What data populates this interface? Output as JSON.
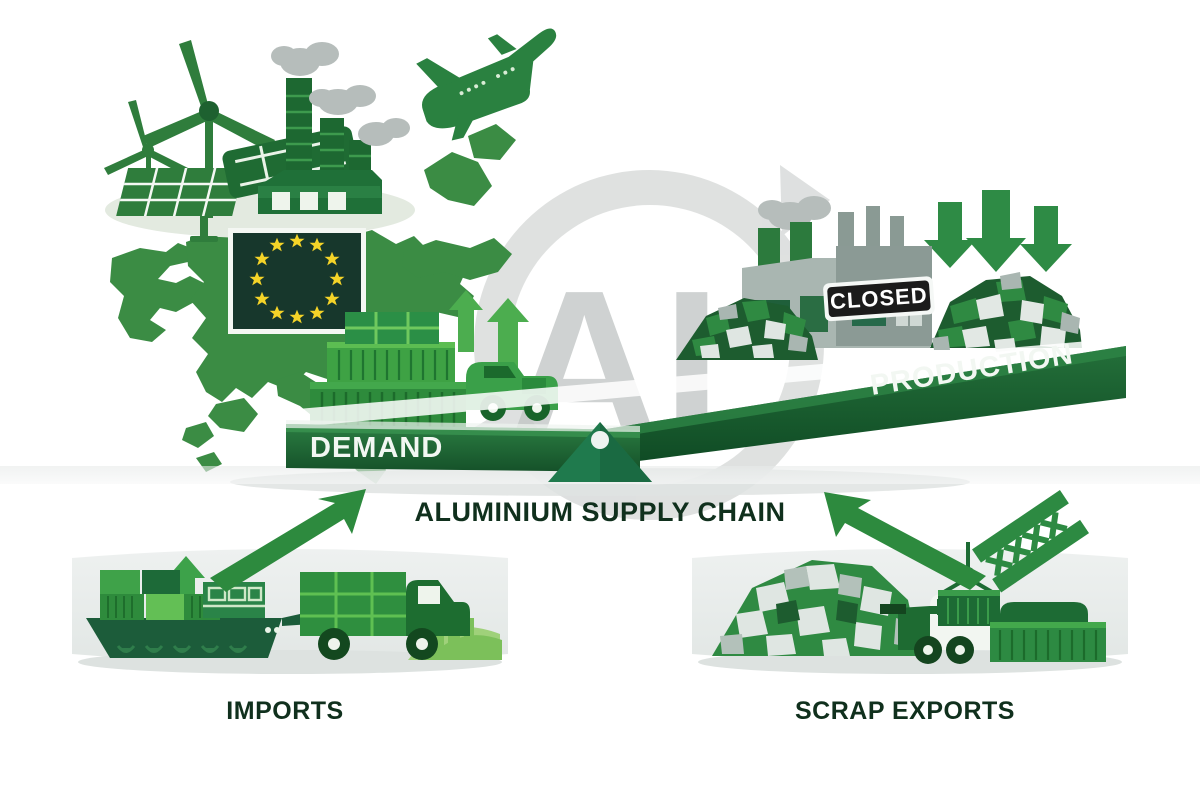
{
  "meta": {
    "title": "Aluminium Supply Chain",
    "background_color": "#ffffff"
  },
  "watermark": {
    "text": "AL",
    "shape": "recycling-ring",
    "color": "#b9bcbb"
  },
  "balance": {
    "fulcrum_label": "ALUMINIUM SUPPLY CHAIN",
    "left_beam_label": "DEMAND",
    "right_beam_label": "PRODUCTION",
    "left_state": "down-heavy",
    "right_state": "up-light",
    "beam_color_left": "#1d6b35",
    "beam_color_right": "#1a5c2e",
    "fulcrum_color": "#1f7a4d"
  },
  "demand_side": {
    "map_region": "Europe",
    "map_color": "#3b8c44",
    "flag": {
      "name": "European Union flag",
      "field_color": "#17372c",
      "star_color": "#f5d428",
      "star_count": 12
    },
    "icons": [
      {
        "name": "wind-turbine",
        "count": 2
      },
      {
        "name": "solar-panel",
        "count": 1
      },
      {
        "name": "factory",
        "count": 1
      },
      {
        "name": "airplane",
        "count": 1
      },
      {
        "name": "shipping-container-stack",
        "count": 1
      },
      {
        "name": "delivery-truck",
        "count": 1
      }
    ],
    "trend_arrows": {
      "direction": "up",
      "count": 2,
      "color": "#4cad4f"
    }
  },
  "production_side": {
    "sign_text": "CLOSED",
    "sign_background": "#1b1b1b",
    "factory_state": "closed",
    "factory_color": "#8a9a94",
    "icons": [
      {
        "name": "smelter-factory",
        "count": 1
      },
      {
        "name": "scrap-pile",
        "count": 2
      }
    ],
    "trend_arrows": {
      "direction": "down",
      "count": 3,
      "color": "#2e8b45"
    }
  },
  "panels": [
    {
      "id": "imports",
      "label": "IMPORTS",
      "flow_arrow": "up-right",
      "flow_arrow_color": "#2d8a3e",
      "icons": [
        {
          "name": "cargo-ship",
          "count": 1
        },
        {
          "name": "shipping-container",
          "count": 3
        },
        {
          "name": "delivery-truck",
          "count": 1
        },
        {
          "name": "up-arrow",
          "count": 1
        },
        {
          "name": "city-skyline",
          "count": 1
        }
      ]
    },
    {
      "id": "scrap-exports",
      "label": "SCRAP EXPORTS",
      "flow_arrow": "up-left",
      "flow_arrow_color": "#2d8a3e",
      "icons": [
        {
          "name": "scrap-pile",
          "count": 1
        },
        {
          "name": "scrap-truck",
          "count": 1
        },
        {
          "name": "port-crane",
          "count": 1
        },
        {
          "name": "shipping-container",
          "count": 2
        }
      ]
    }
  ],
  "palette": {
    "green_dark": "#14502a",
    "green_mid": "#2d8a3e",
    "green_light": "#6fbf4a",
    "gray_smoke": "#b6bdbb",
    "gray_panel": "#e9eceb",
    "ink": "#10301d"
  }
}
